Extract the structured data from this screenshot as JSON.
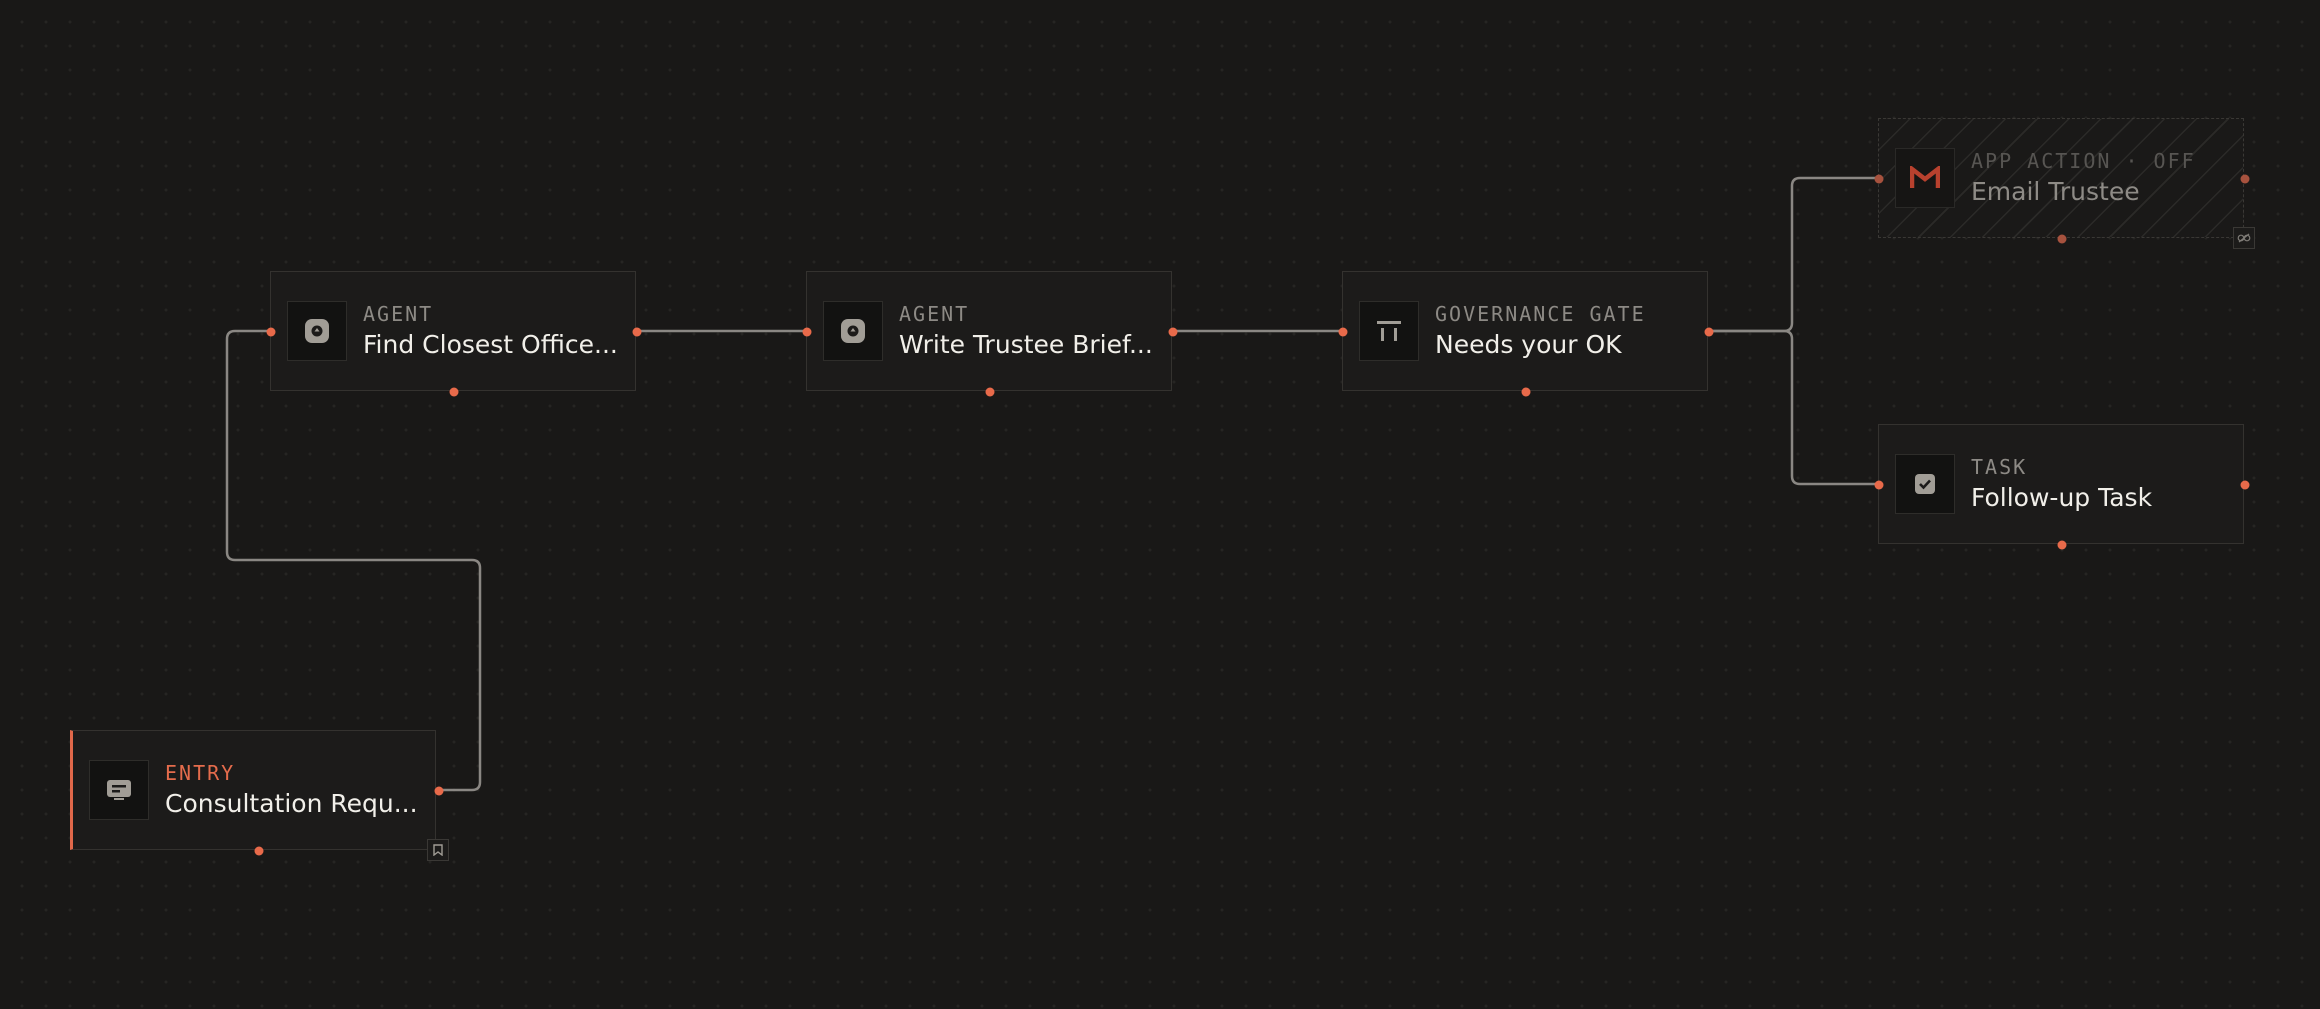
{
  "canvas": {
    "accent_color": "#e86a4a",
    "edge_color": "#8a8783",
    "background_color": "#191817"
  },
  "nodes": [
    {
      "id": "entry",
      "kind": "ENTRY",
      "title": "Consultation Requ...",
      "icon": "form-icon",
      "badge_icon": "bookmark-icon"
    },
    {
      "id": "agent1",
      "kind": "AGENT",
      "title": "Find Closest Office...",
      "icon": "agent-icon"
    },
    {
      "id": "agent2",
      "kind": "AGENT",
      "title": "Write Trustee Brief...",
      "icon": "agent-icon"
    },
    {
      "id": "gate",
      "kind": "GOVERNANCE GATE",
      "title": "Needs your OK",
      "icon": "gate-icon"
    },
    {
      "id": "email",
      "kind": "APP ACTION · OFF",
      "title": "Email Trustee",
      "icon": "gmail-icon",
      "state": "off",
      "badge_icon": "link-off-icon"
    },
    {
      "id": "task",
      "kind": "TASK",
      "title": "Follow-up Task",
      "icon": "checkbox-icon"
    }
  ],
  "edges": [
    {
      "from": "entry",
      "to": "agent1"
    },
    {
      "from": "agent1",
      "to": "agent2"
    },
    {
      "from": "agent2",
      "to": "gate"
    },
    {
      "from": "gate",
      "to": "email"
    },
    {
      "from": "gate",
      "to": "task"
    }
  ]
}
